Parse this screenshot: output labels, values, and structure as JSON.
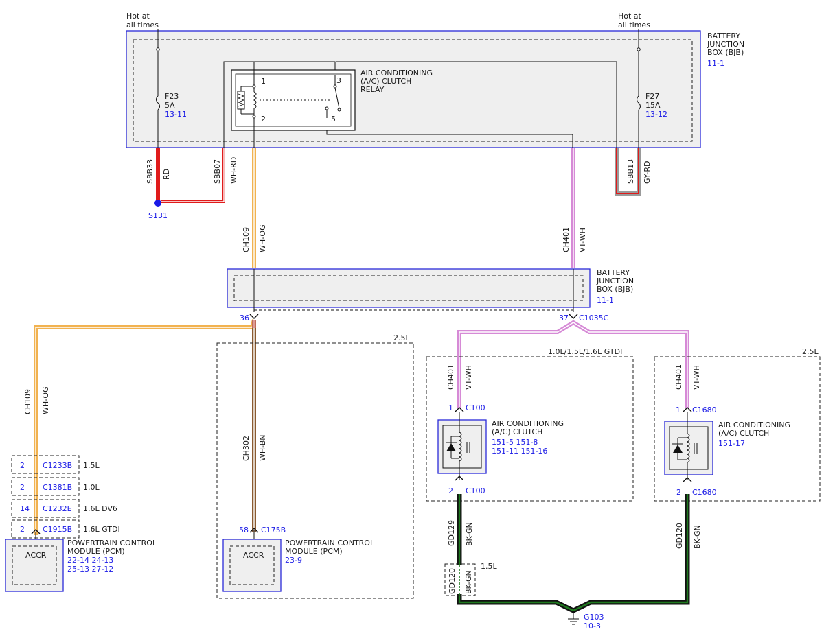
{
  "colors": {
    "blue": "#1a1ae6",
    "red": "#e01b1b",
    "pink": "#d68ad6",
    "orange": "#f1b250",
    "green": "#1f5c1f",
    "brown": "#8a5a30",
    "gray": "#9a9a9a"
  },
  "labels": {
    "hot_left": [
      "Hot at",
      "all times"
    ],
    "hot_right": [
      "Hot at",
      "all times"
    ],
    "bjb_top": [
      "BATTERY",
      "JUNCTION",
      "BOX (BJB)"
    ],
    "bjb_top_ref": "11-1",
    "bjb_mid": [
      "BATTERY",
      "JUNCTION",
      "BOX (BJB)"
    ],
    "bjb_mid_ref": "11-1",
    "f23": [
      "F23",
      "5A"
    ],
    "f23_ref": "13-11",
    "f27": [
      "F27",
      "15A"
    ],
    "f27_ref": "13-12",
    "relay": [
      "AIR CONDITIONING",
      "(A/C) CLUTCH",
      "RELAY"
    ],
    "relay_pins": [
      "1",
      "2",
      "3",
      "5"
    ],
    "splice": "S131",
    "pin36": "36",
    "pin37": "37",
    "c1035c": "C1035C",
    "var_25_mid": "2.5L",
    "var_gtdi": "1.0L/1.5L/1.6L GTDI",
    "var_25_right": "2.5L",
    "pin1a": "1",
    "c100a": "C100",
    "pin2a": "2",
    "c100b": "C100",
    "pin1b": "1",
    "c1680a": "C1680",
    "pin2b": "2",
    "c1680b": "C1680",
    "clutch_l": [
      "AIR CONDITIONING",
      "(A/C) CLUTCH"
    ],
    "clutch_l_refs": [
      "151-5  151-8",
      "151-11  151-16"
    ],
    "clutch_r": [
      "AIR CONDITIONING",
      "(A/C) CLUTCH"
    ],
    "clutch_r_refs": [
      "151-17"
    ],
    "conn_table": [
      {
        "pin": "2",
        "conn": "C1233B",
        "variant": "1.5L"
      },
      {
        "pin": "2",
        "conn": "C1381B",
        "variant": "1.0L"
      },
      {
        "pin": "14",
        "conn": "C1232E",
        "variant": "1.6L DV6"
      },
      {
        "pin": "2",
        "conn": "C1915B",
        "variant": "1.6L GTDI"
      }
    ],
    "accr_left": "ACCR",
    "pcm_left": [
      "POWERTRAIN CONTROL",
      "MODULE (PCM)"
    ],
    "pcm_left_refs": [
      "22-14  24-13",
      "25-13  27-12"
    ],
    "pin58": "58",
    "c175b": "C175B",
    "accr_mid": "ACCR",
    "pcm_mid": [
      "POWERTRAIN CONTROL",
      "MODULE (PCM)"
    ],
    "pcm_mid_refs": [
      "23-9"
    ],
    "var_15": "1.5L",
    "ground": "G103",
    "ground_ref": "10-3"
  },
  "wires": {
    "sbb33": [
      "SBB33",
      "RD"
    ],
    "sbb07": [
      "SBB07",
      "WH-RD"
    ],
    "sbb13": [
      "SBB13",
      "GY-RD"
    ],
    "ch109_top": [
      "CH109",
      "WH-OG"
    ],
    "ch401_top": [
      "CH401",
      "VT-WH"
    ],
    "ch109_left": [
      "CH109",
      "WH-OG"
    ],
    "ch302": [
      "CH302",
      "WH-BN"
    ],
    "ch401_l": [
      "CH401",
      "VT-WH"
    ],
    "ch401_r": [
      "CH401",
      "VT-WH"
    ],
    "gd129": [
      "GD129",
      "BK-GN"
    ],
    "gd120_r": [
      "GD120",
      "BK-GN"
    ],
    "gd120_box": [
      "GD120",
      "BK-GN"
    ]
  }
}
